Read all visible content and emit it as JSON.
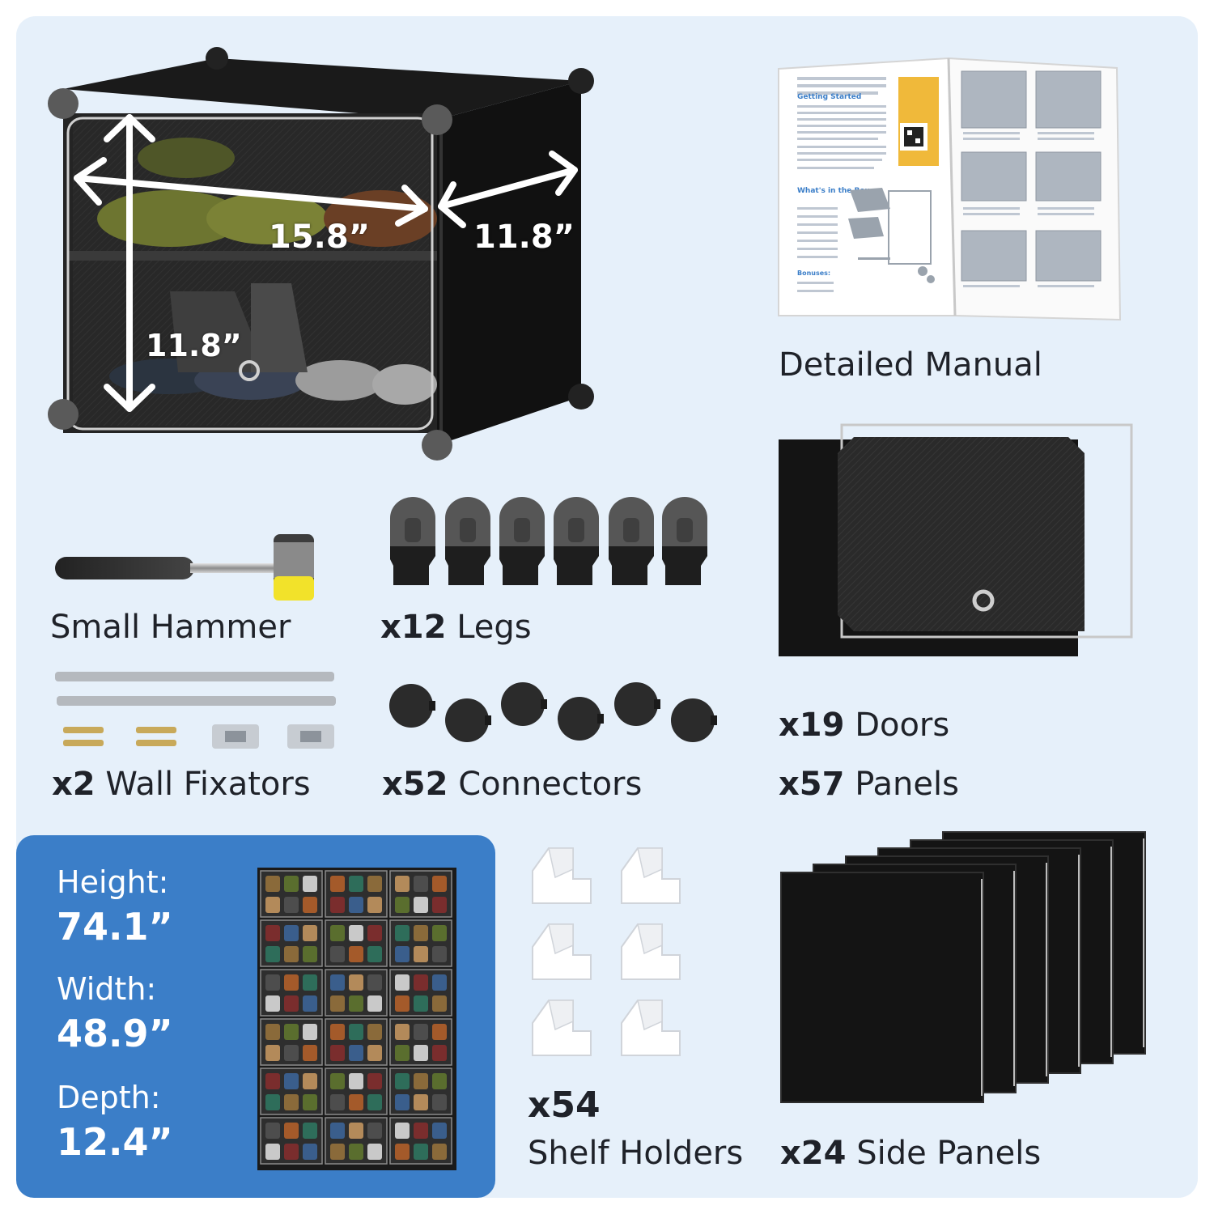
{
  "dimensions": {
    "width": "15.8”",
    "depth": "11.8”",
    "height": "11.8”"
  },
  "manual": {
    "label": "Detailed Manual",
    "heading": "Getting Started",
    "whats_in_box": "What's in the Box",
    "bonuses": "Bonuses:"
  },
  "parts": {
    "hammer": {
      "label": "Small Hammer"
    },
    "legs": {
      "count": "x12",
      "label": "Legs"
    },
    "wall_fixators": {
      "count": "x2",
      "label": "Wall Fixators"
    },
    "connectors": {
      "count": "x52",
      "label": "Connectors"
    },
    "doors": {
      "count": "x19",
      "label": "Doors"
    },
    "panels": {
      "count": "x57",
      "label": "Panels"
    },
    "shelf_holders": {
      "count": "x54",
      "label": "Shelf Holders"
    },
    "side_panels": {
      "count": "x24",
      "label": "Side Panels"
    }
  },
  "specs": [
    {
      "key": "Height:",
      "value": "74.1”"
    },
    {
      "key": "Width:",
      "value": "48.9”"
    },
    {
      "key": "Depth:",
      "value": "12.4”"
    }
  ],
  "colors": {
    "background": "#e6f0fa",
    "spec_box": "#3b7ec8",
    "panel_black": "#151515",
    "connector_gray": "#505050",
    "text": "#1f2229"
  }
}
